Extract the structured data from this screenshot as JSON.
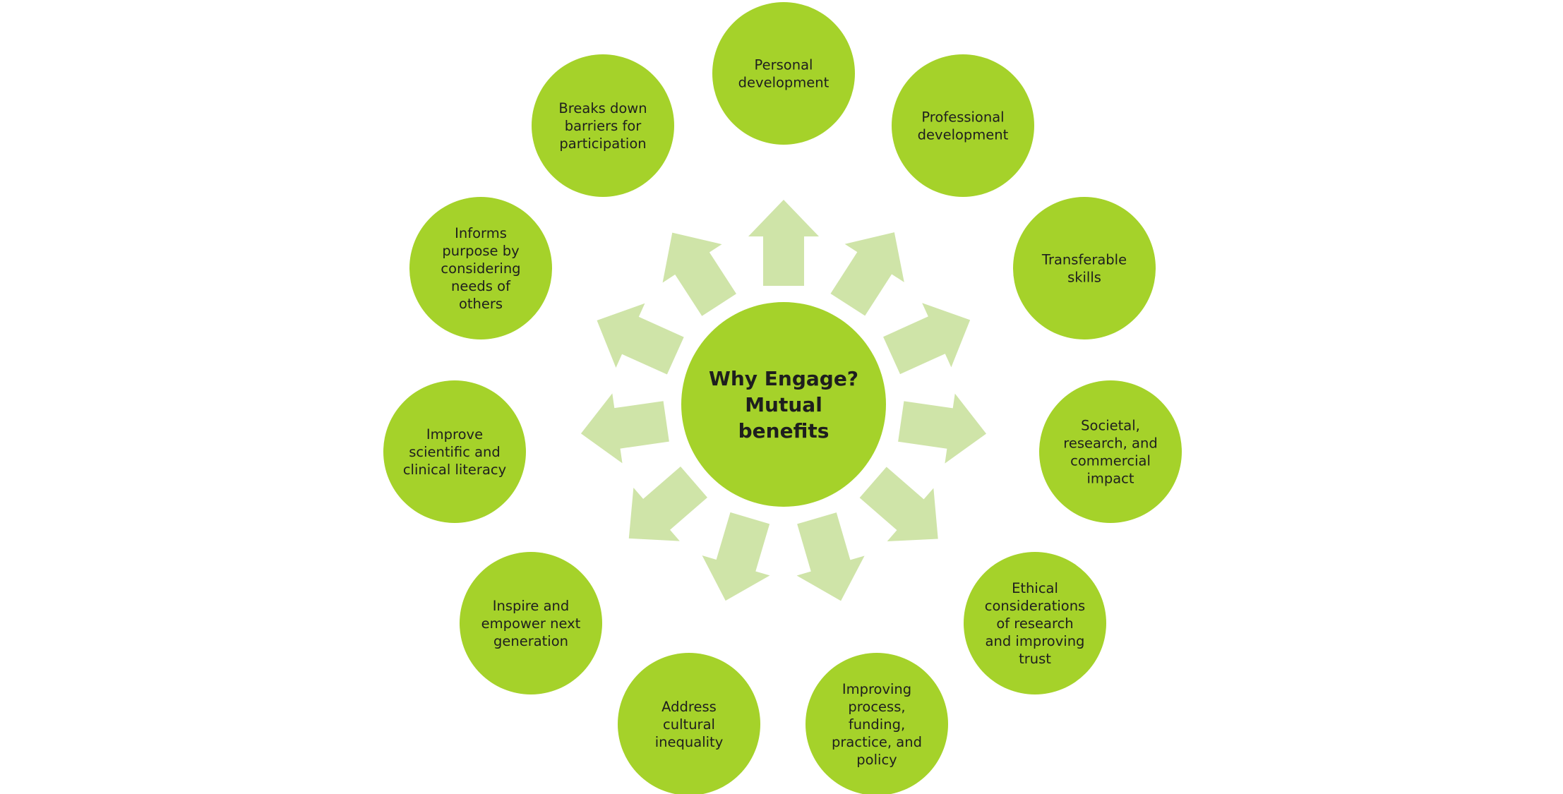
{
  "center": {
    "lines": [
      "Why Engage?",
      "Mutual",
      "benefits"
    ]
  },
  "nodes": [
    {
      "id": "personal-development",
      "lines": [
        "Personal",
        "development"
      ]
    },
    {
      "id": "professional-development",
      "lines": [
        "Professional",
        "development"
      ]
    },
    {
      "id": "transferable-skills",
      "lines": [
        "Transferable",
        "skills"
      ]
    },
    {
      "id": "societal-research-commercial-impact",
      "lines": [
        "Societal,",
        "research, and",
        "commercial",
        "impact"
      ]
    },
    {
      "id": "ethical-considerations",
      "lines": [
        "Ethical",
        "considerations",
        "of research",
        "and improving",
        "trust"
      ]
    },
    {
      "id": "improving-process",
      "lines": [
        "Improving",
        "process,",
        "funding,",
        "practice, and",
        "policy"
      ]
    },
    {
      "id": "address-cultural-inequality",
      "lines": [
        "Address",
        "cultural",
        "inequality"
      ]
    },
    {
      "id": "inspire-empower",
      "lines": [
        "Inspire and",
        "empower next",
        "generation"
      ]
    },
    {
      "id": "improve-literacy",
      "lines": [
        "Improve",
        "scientific and",
        "clinical literacy"
      ]
    },
    {
      "id": "informs-purpose",
      "lines": [
        "Informs",
        "purpose by",
        "considering",
        "needs of",
        "others"
      ]
    },
    {
      "id": "breaks-down-barriers",
      "lines": [
        "Breaks down",
        "barriers for",
        "participation"
      ]
    }
  ],
  "colors": {
    "node_fill": "#a5d22a",
    "arrow_fill": "#cfe4a8",
    "text": "#1e1e1e",
    "background": "#ffffff"
  }
}
